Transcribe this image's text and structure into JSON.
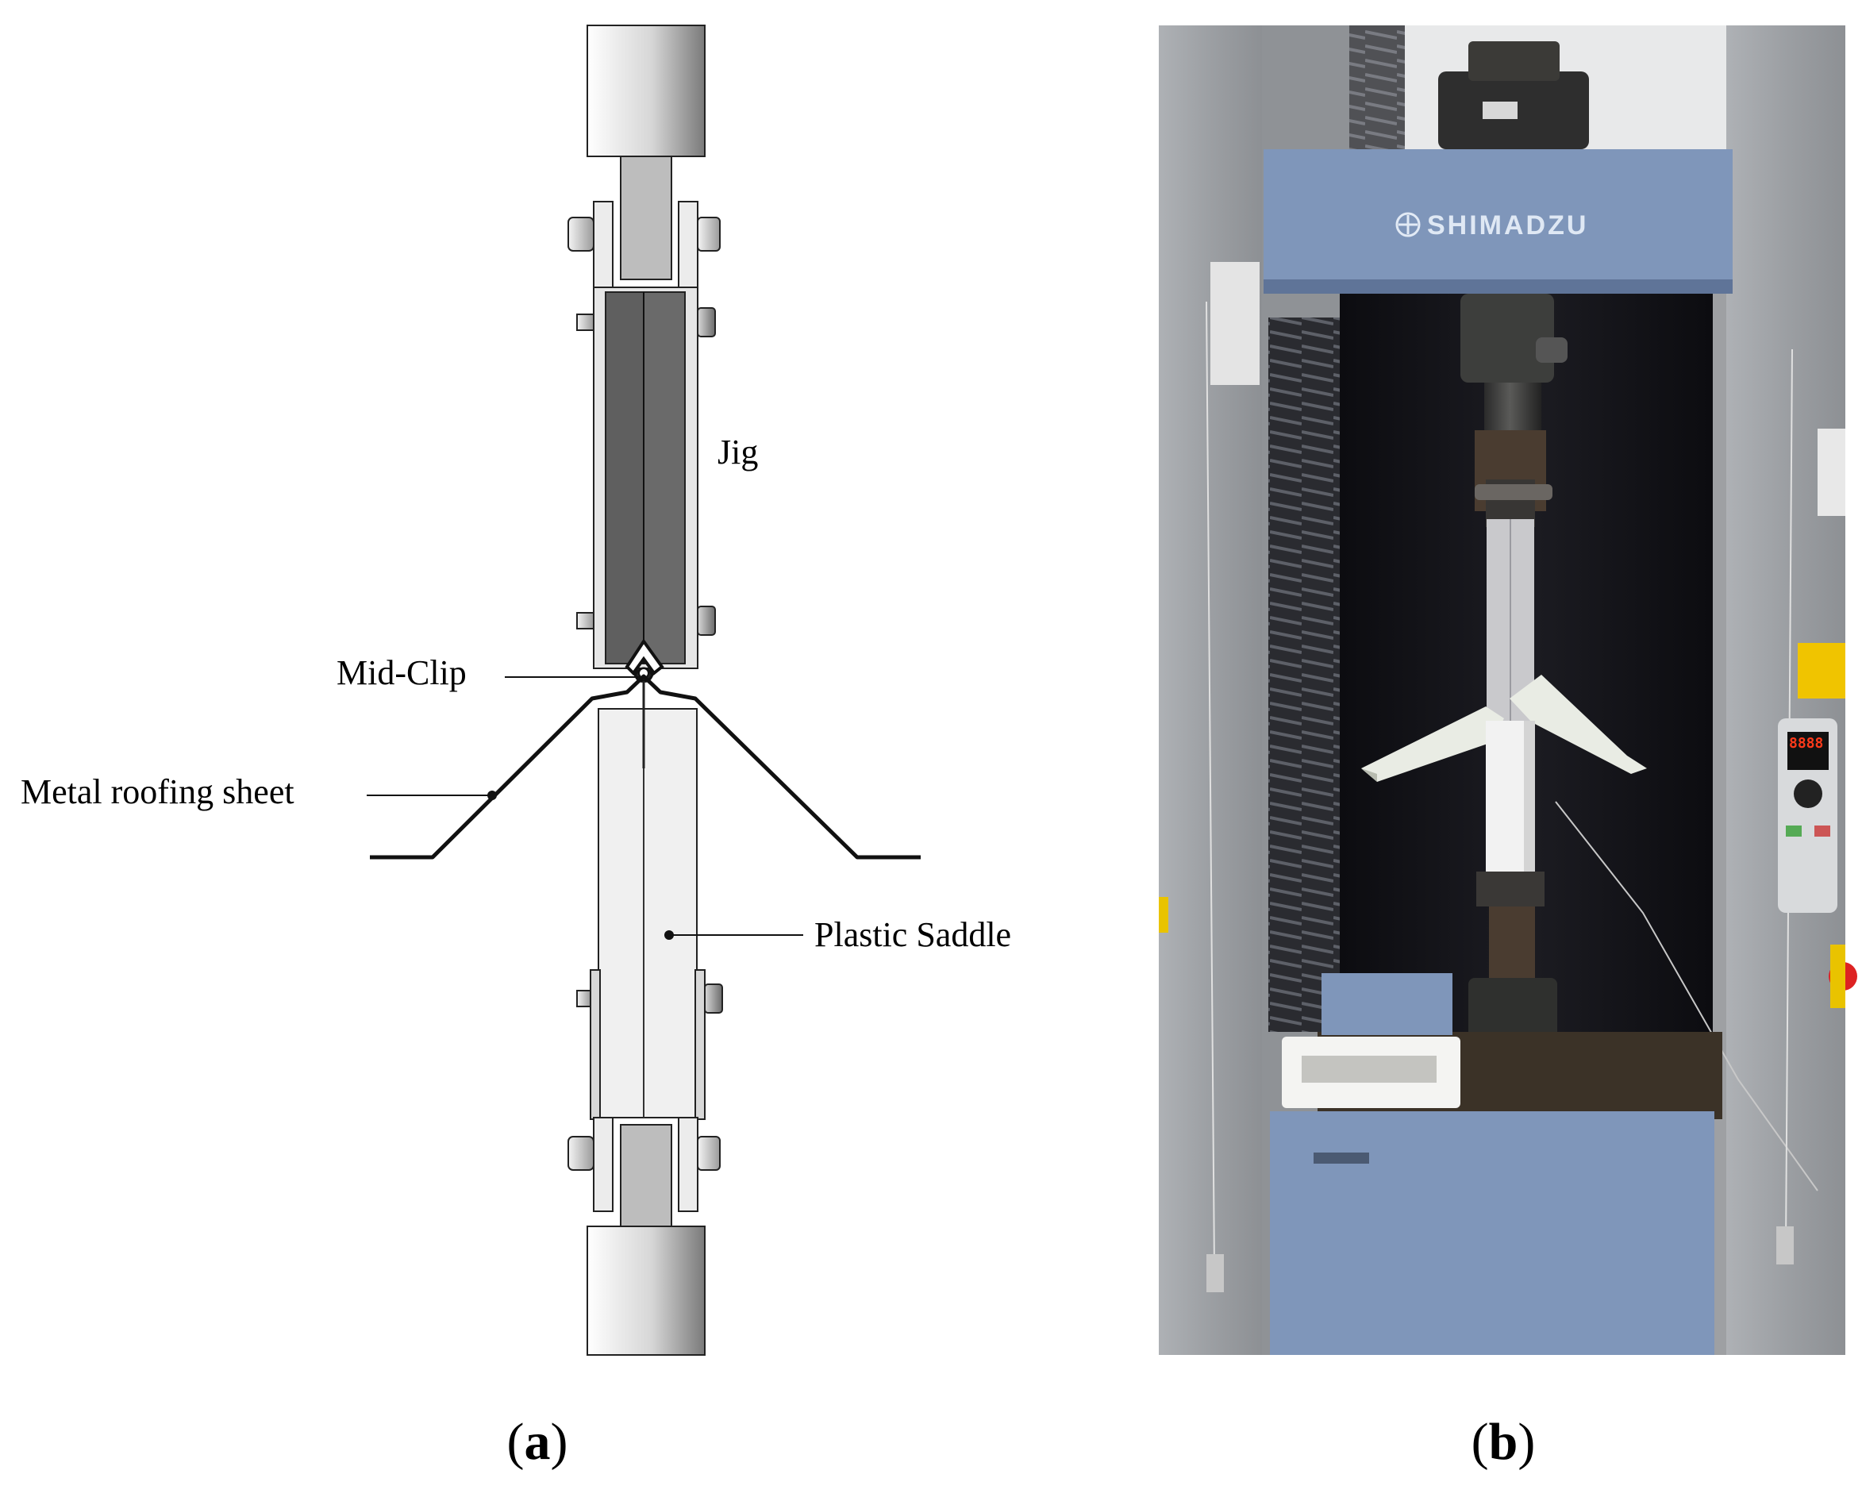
{
  "panel_a": {
    "labels": {
      "jig": "Jig",
      "mid_clip": "Mid-Clip",
      "metal_roofing_sheet": "Metal roofing sheet",
      "plastic_saddle": "Plastic Saddle"
    },
    "caption": {
      "open": "(",
      "letter": "a",
      "close": ")"
    }
  },
  "panel_b": {
    "brand": "SHIMADZU",
    "caption": {
      "open": "(",
      "letter": "b",
      "close": ")"
    }
  },
  "colors": {
    "machine_blue": "#7f96ba",
    "frame_grey": "#9ea0a3",
    "chamber_black": "#141418",
    "jig_dark": "#5f5f5f",
    "saddle_light": "#f0f0f0"
  }
}
